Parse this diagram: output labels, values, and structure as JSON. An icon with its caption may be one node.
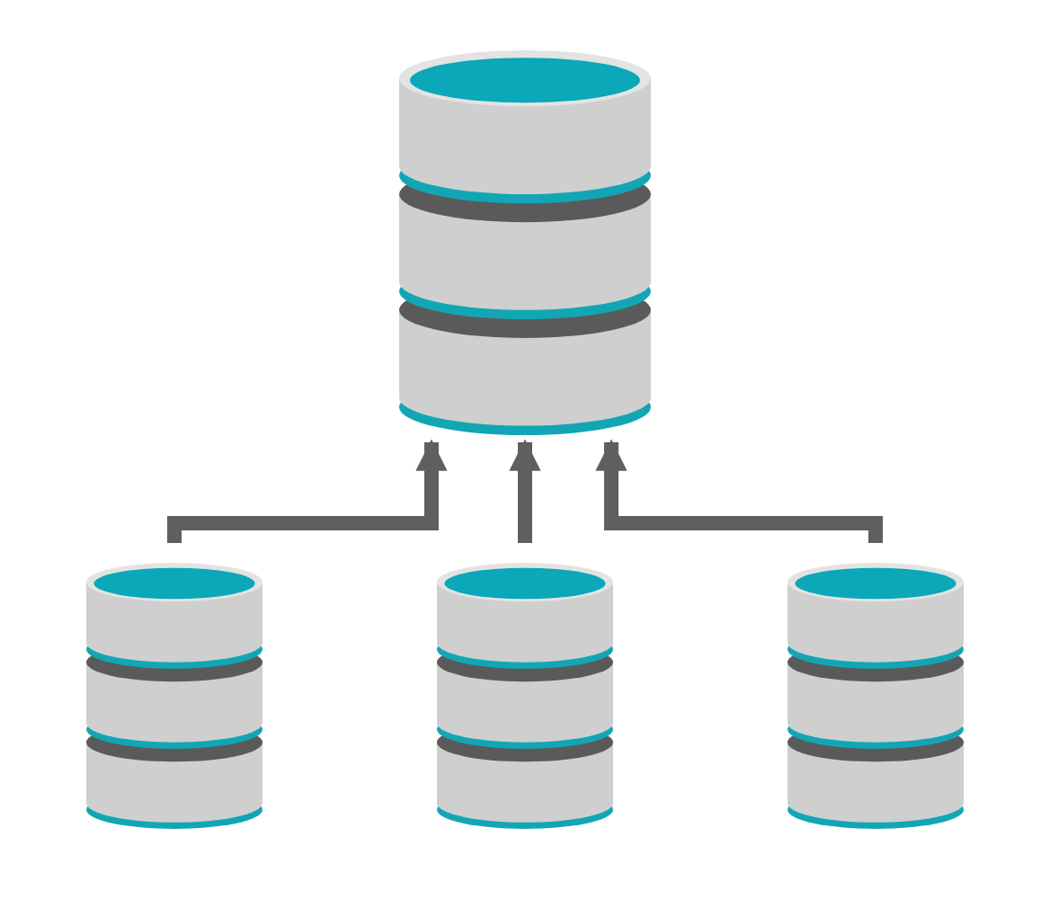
{
  "diagram": {
    "nodes": [
      {
        "text": [],
        "shape": "cylinder"
      },
      {
        "text": [],
        "shape": "cylinder"
      },
      {
        "text": [],
        "shape": "cylinder"
      },
      {
        "text": [],
        "shape": "cylinder"
      }
    ],
    "edges": [
      {
        "from": 1,
        "to": 0,
        "arrow": "to"
      },
      {
        "from": 2,
        "to": 0,
        "arrow": "to"
      },
      {
        "from": 3,
        "to": 0,
        "arrow": "to"
      }
    ]
  }
}
